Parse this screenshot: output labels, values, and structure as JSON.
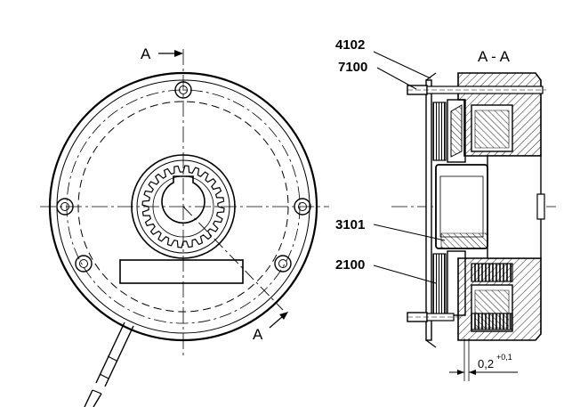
{
  "section_marks": {
    "top": "A",
    "bottom": "A"
  },
  "section_title": "A - A",
  "callouts": [
    {
      "id": "4102",
      "text": "4102"
    },
    {
      "id": "7100",
      "text": "7100"
    },
    {
      "id": "3101",
      "text": "3101"
    },
    {
      "id": "2100",
      "text": "2100"
    }
  ],
  "dimension": {
    "value": "0,2",
    "tolerance": "+0,1"
  }
}
